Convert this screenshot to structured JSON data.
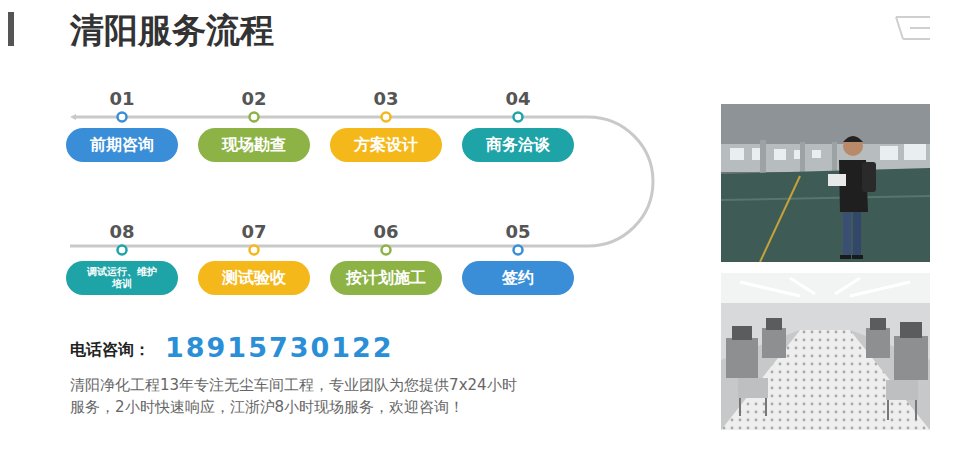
{
  "diagram": {
    "title": "清阳服务流程",
    "nodes": [
      {
        "text": [
          "01",
          "前期咨询"
        ]
      },
      {
        "text": [
          "02",
          "现场勘查"
        ]
      },
      {
        "text": [
          "03",
          "方案设计"
        ]
      },
      {
        "text": [
          "04",
          "商务洽谈"
        ]
      },
      {
        "text": [
          "05",
          "签约"
        ]
      },
      {
        "text": [
          "06",
          "按计划施工"
        ]
      },
      {
        "text": [
          "07",
          "测试验收"
        ]
      },
      {
        "text": [
          "08",
          "调试运行、维护 培训"
        ]
      }
    ],
    "labels": [
      "电话咨询：",
      "18915730122",
      "清阳净化工程13年专注无尘车间工程，专业团队为您提供7x24小时 服务，2小时快速响应，江浙沪8小时现场服务，欢迎咨询！"
    ]
  }
}
